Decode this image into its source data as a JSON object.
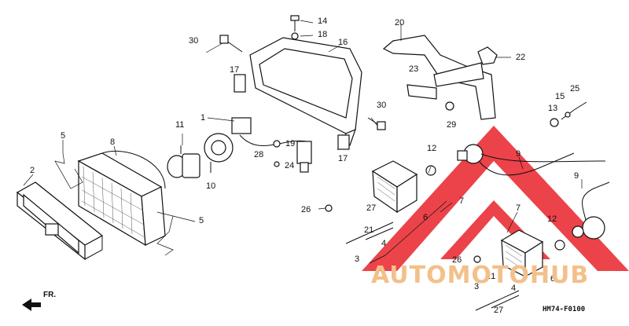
{
  "labels": {
    "l1": "1",
    "l2": "2",
    "l3": "3",
    "l3b": "3",
    "l4": "4",
    "l4b": "4",
    "l5a": "5",
    "l5b": "5",
    "l6": "6",
    "l6b": "6",
    "l7a": "7",
    "l7b": "7",
    "l8": "8",
    "l9a": "9",
    "l9b": "9",
    "l10": "10",
    "l11": "11",
    "l12a": "12",
    "l12b": "12",
    "l13": "13",
    "l14": "14",
    "l15": "15",
    "l16": "16",
    "l17a": "17",
    "l17b": "17",
    "l18": "18",
    "l19": "19",
    "l20": "20",
    "l21": "21",
    "l21b": "21",
    "l22": "22",
    "l23": "23",
    "l24": "24",
    "l25": "25",
    "l26a": "26",
    "l26b": "26",
    "l27a": "27",
    "l27b": "27",
    "l28": "28",
    "l29": "29",
    "l30a": "30",
    "l30b": "30"
  },
  "direction_label": "FR.",
  "diagram_code": "HM74-F0100",
  "watermark": "AUTOMOTOHUB",
  "colors": {
    "watermark": "#e8232a",
    "watermark_text": "#f3c08a"
  }
}
